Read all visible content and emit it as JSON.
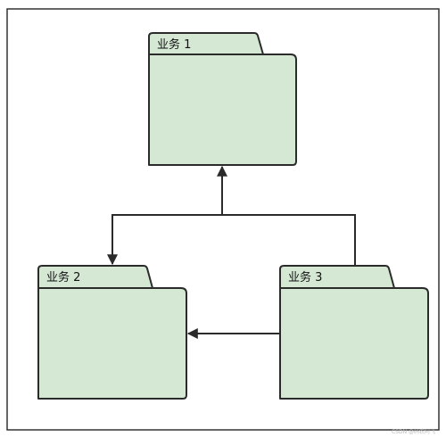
{
  "diagram": {
    "packages": [
      {
        "label": "业务 1"
      },
      {
        "label": "业务 2"
      },
      {
        "label": "业务 3"
      }
    ],
    "colors": {
      "package_fill": "#d5e8d4",
      "stroke": "#2b2b2b"
    },
    "watermark": "CSDN @码农阿飞"
  }
}
